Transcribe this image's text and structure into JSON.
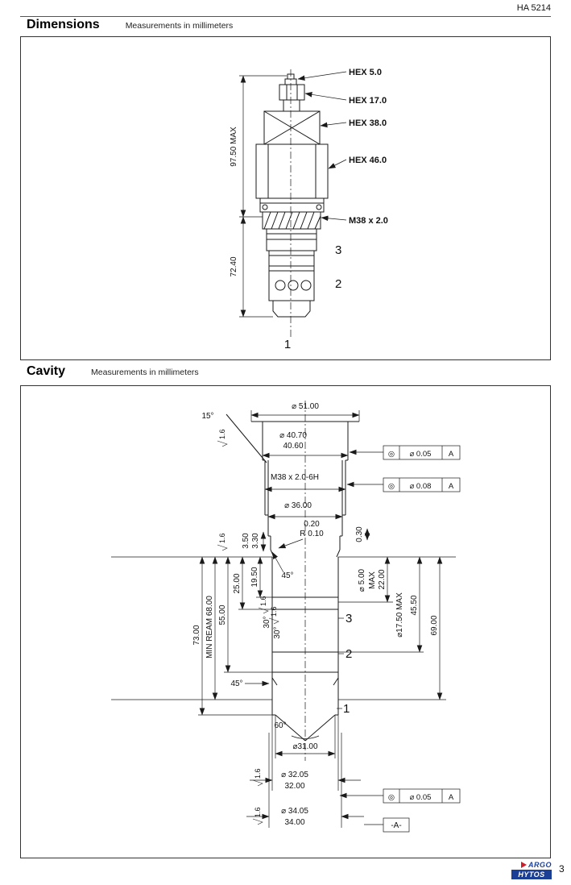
{
  "page": {
    "doc_number": "HA 5214"
  },
  "dimensions": {
    "title": "Dimensions",
    "subtitle": "Measurements in millimeters",
    "hex5": "HEX 5.0",
    "hex17": "HEX 17.0",
    "hex38": "HEX 38.0",
    "hex46": "HEX 46.0",
    "thread": "M38 x 2.0",
    "overall_height": "97.50 MAX",
    "lower_height": "72.40",
    "port3": "3",
    "port2": "2",
    "port1": "1"
  },
  "cavity": {
    "title": "Cavity",
    "subtitle": "Measurements in millimeters",
    "d51": "⌀ 51.00",
    "angle15": "15°",
    "d4070": "⌀ 40.70",
    "d4060": "40.60",
    "thread": "M38 x 2.0-6H",
    "d36": "⌀ 36.00",
    "c020": "0.20",
    "r010": "R 0.10",
    "v350": "3.50",
    "v330": "3.30",
    "v030": "0.30",
    "angle45_seat": "45°",
    "angle45_lower": "45°",
    "angle30_a": "30°",
    "angle30_b": "30°",
    "angle60": "60°",
    "v1950": "19.50",
    "v2500": "25.00",
    "v5500": "55.00",
    "min_ream": "MIN REAM 68.00",
    "v7300": "73.00",
    "d500": "⌀ 5.00",
    "d500_max": "MAX",
    "v2200": "22.00",
    "d1750": "⌀17.50 MAX",
    "v4550": "45.50",
    "v6900": "69.00",
    "d3100": "⌀31.00",
    "d3205": "⌀ 32.05",
    "d3200": "32.00",
    "d3405": "⌀ 34.05",
    "d3400": "34.00",
    "datum": "-A-",
    "finish": "1.6",
    "frames": [
      {
        "sym": "◎",
        "tol": "⌀ 0.05",
        "datum": "A"
      },
      {
        "sym": "◎",
        "tol": "⌀ 0.08",
        "datum": "A"
      },
      {
        "sym": "◎",
        "tol": "⌀ 0.05",
        "datum": "A"
      }
    ],
    "port3": "3",
    "port2": "2",
    "port1": "1"
  },
  "footer": {
    "brand_line1": "ARGO",
    "brand_line2": "HYTOS",
    "page": "3"
  }
}
